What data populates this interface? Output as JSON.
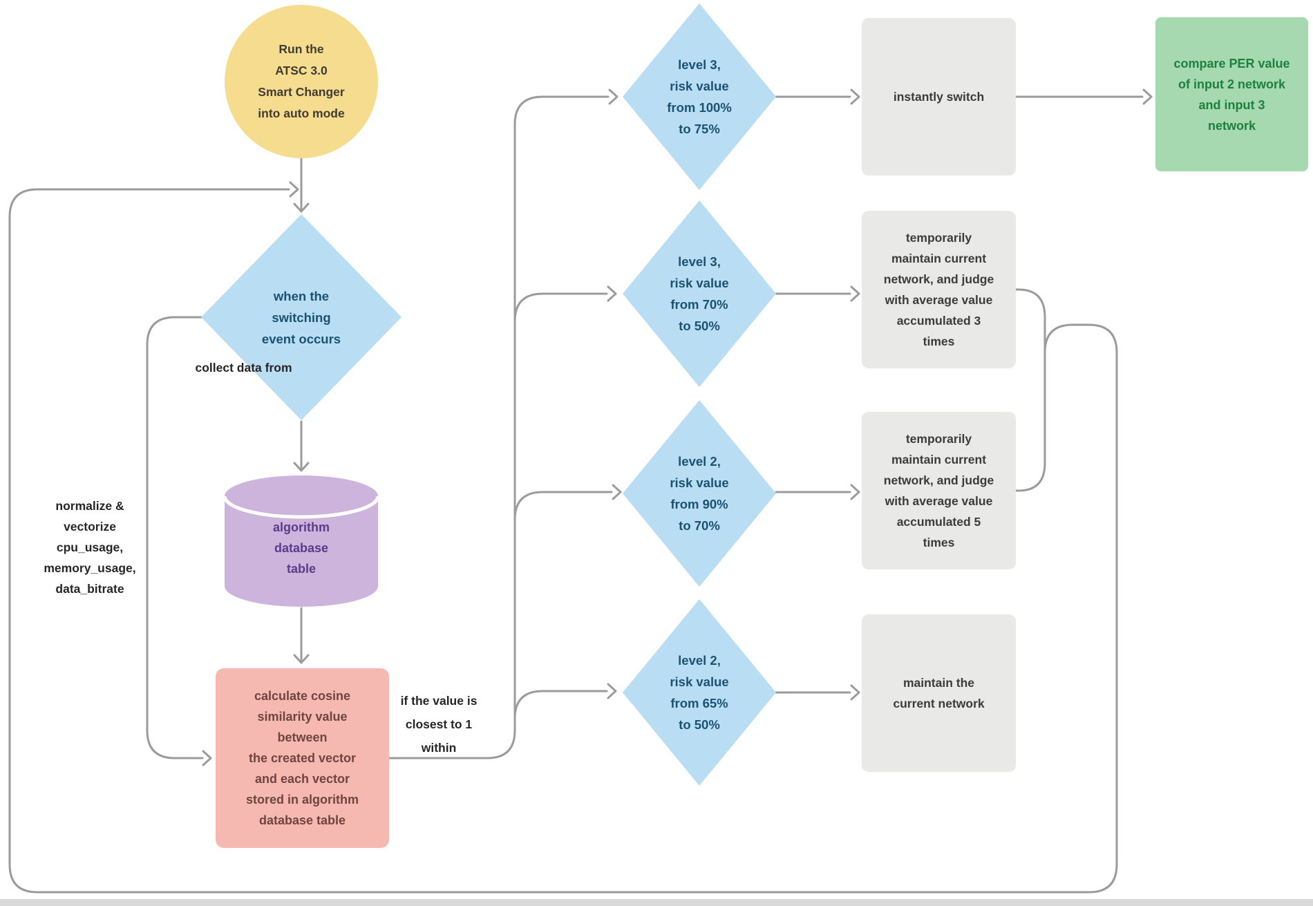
{
  "diagram": {
    "nodes": {
      "start": {
        "label": "Run the\nATSC 3.0\nSmart Changer\ninto auto mode"
      },
      "decision_switching": {
        "label": "when the\nswitching\nevent occurs"
      },
      "db": {
        "label": "algorithm\ndatabase\ntable"
      },
      "cosine": {
        "label": "calculate cosine\nsimilarity value\nbetween\nthe created vector\nand each vector\nstored in algorithm\ndatabase table"
      },
      "d_level3_hi": {
        "label": "level 3,\nrisk value\nfrom 100%\nto 75%"
      },
      "d_level3_lo": {
        "label": "level 3,\nrisk value\nfrom 70%\nto 50%"
      },
      "d_level2_hi": {
        "label": "level 2,\nrisk value\nfrom 90%\nto 70%"
      },
      "d_level2_lo": {
        "label": "level 2,\nrisk value\nfrom 65%\nto 50%"
      },
      "instant_switch": {
        "label": "instantly switch"
      },
      "judge_3_times": {
        "label": "temporarily\nmaintain current\nnetwork, and judge\nwith average value\naccumulated 3\ntimes"
      },
      "judge_5_times": {
        "label": "temporarily\nmaintain current\nnetwork, and judge\nwith average value\naccumulated 5\ntimes"
      },
      "maintain_network": {
        "label": "maintain the\ncurrent network"
      },
      "compare_per": {
        "label": "compare PER value\nof input 2 network\nand input 3\nnetwork"
      }
    },
    "edge_labels": {
      "collect": "collect data from",
      "normalize": "normalize &\nvectorize\ncpu_usage,\nmemory_usage,\ndata_bitrate",
      "closest": "if the value is\nclosest to 1\nwithin"
    },
    "colors": {
      "start_fill": "#f6dc8e",
      "decision_fill": "#b9ddf3",
      "decision_text": "#1b5273",
      "db_fill": "#cdb4dd",
      "db_text": "#5b3a8a",
      "process_fill": "#f6b9b1",
      "process_text": "#6e443e",
      "action_fill": "#e9e9e7",
      "action_text": "#3b3b3b",
      "result_fill": "#a7d9b0",
      "result_text": "#1c813f",
      "connector": "#9b9b9b"
    }
  }
}
